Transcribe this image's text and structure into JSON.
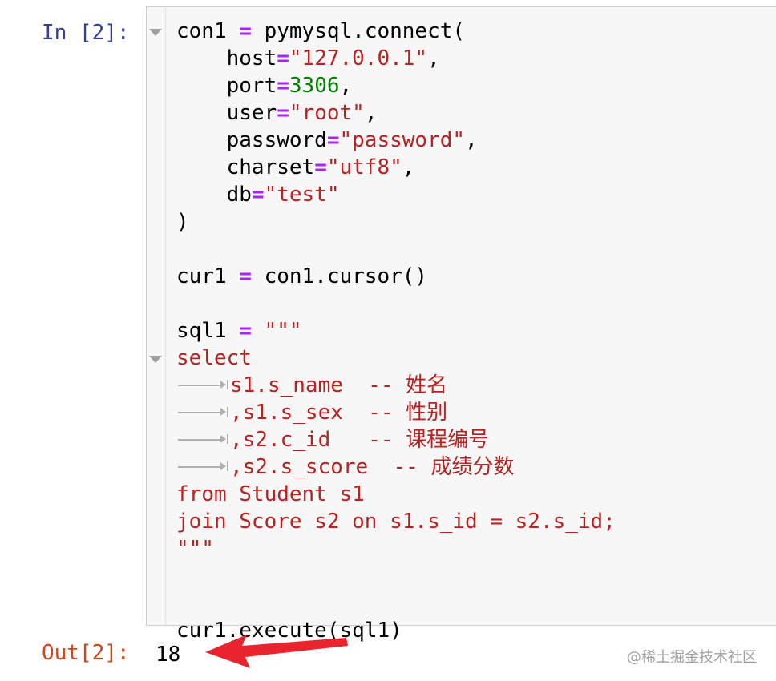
{
  "cell_input": {
    "prompt": "In [2]:",
    "lines": [
      [
        {
          "t": "con1 "
        },
        {
          "t": "=",
          "c": "op"
        },
        {
          "t": " pymysql.connect("
        }
      ],
      [
        {
          "t": "    host"
        },
        {
          "t": "=",
          "c": "op"
        },
        {
          "t": "\"127.0.0.1\"",
          "c": "str"
        },
        {
          "t": ","
        }
      ],
      [
        {
          "t": "    port"
        },
        {
          "t": "=",
          "c": "op"
        },
        {
          "t": "3306",
          "c": "num"
        },
        {
          "t": ","
        }
      ],
      [
        {
          "t": "    user"
        },
        {
          "t": "=",
          "c": "op"
        },
        {
          "t": "\"root\"",
          "c": "str"
        },
        {
          "t": ","
        }
      ],
      [
        {
          "t": "    password"
        },
        {
          "t": "=",
          "c": "op"
        },
        {
          "t": "\"password\"",
          "c": "str"
        },
        {
          "t": ","
        }
      ],
      [
        {
          "t": "    charset"
        },
        {
          "t": "=",
          "c": "op"
        },
        {
          "t": "\"utf8\"",
          "c": "str"
        },
        {
          "t": ","
        }
      ],
      [
        {
          "t": "    db"
        },
        {
          "t": "=",
          "c": "op"
        },
        {
          "t": "\"test\"",
          "c": "str"
        }
      ],
      [
        {
          "t": ")"
        }
      ],
      [],
      [
        {
          "t": "cur1 "
        },
        {
          "t": "=",
          "c": "op"
        },
        {
          "t": " con1.cursor()"
        }
      ],
      [],
      [
        {
          "t": "sql1 "
        },
        {
          "t": "=",
          "c": "op"
        },
        {
          "t": " "
        },
        {
          "t": "\"\"\"",
          "c": "str"
        }
      ],
      [
        {
          "t": "select",
          "c": "str"
        }
      ],
      [
        {
          "tab": true
        },
        {
          "t": "s1.s_name  -- 姓名",
          "c": "str"
        }
      ],
      [
        {
          "tab": true
        },
        {
          "t": ",s1.s_sex  -- 性别",
          "c": "str"
        }
      ],
      [
        {
          "tab": true
        },
        {
          "t": ",s2.c_id   -- 课程编号",
          "c": "str"
        }
      ],
      [
        {
          "tab": true
        },
        {
          "t": ",s2.s_score  -- 成绩分数",
          "c": "str"
        }
      ],
      [
        {
          "t": "from Student s1",
          "c": "str"
        }
      ],
      [
        {
          "t": "join Score s2 on s1.s_id = s2.s_id;",
          "c": "str"
        }
      ],
      [
        {
          "t": "\"\"\"",
          "c": "str"
        }
      ],
      [],
      [],
      [
        {
          "t": "cur1.execute(sql1)"
        }
      ]
    ]
  },
  "cell_output": {
    "prompt": "Out[2]:",
    "value": "18"
  },
  "watermark": "@稀土掘金技术社区",
  "colors": {
    "in_prompt": "#303f9f",
    "out_prompt": "#d84315",
    "operator": "#aa22ff",
    "string": "#ba2121",
    "number": "#008000",
    "annotation_arrow": "#e8252f"
  },
  "icons": {
    "fold_toggle": "triangle-down-icon",
    "tab_marker": "tab-arrow-icon",
    "annotation": "red-arrow-icon"
  }
}
